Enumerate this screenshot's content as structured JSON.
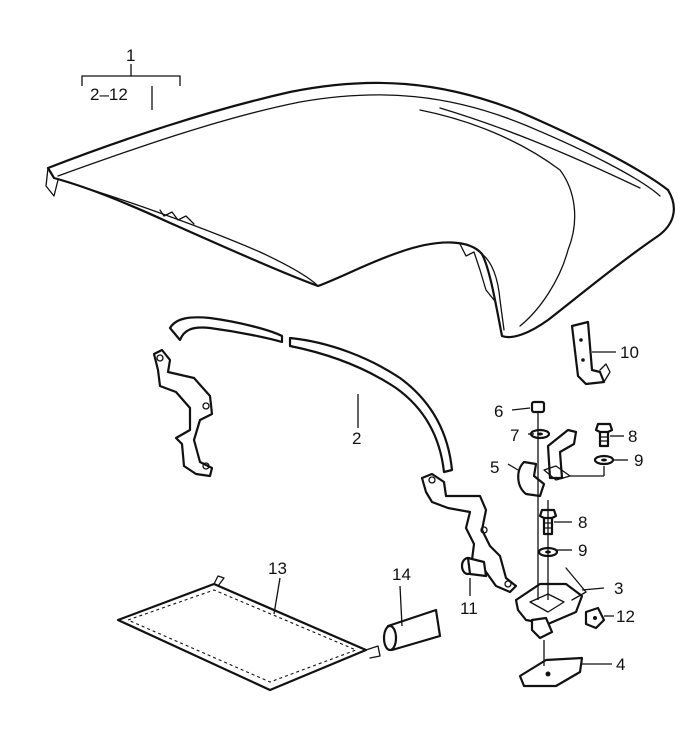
{
  "diagram": {
    "callouts": {
      "c1": "1",
      "c2_12": "2–12",
      "c2": "2",
      "c3": "3",
      "c4": "4",
      "c5": "5",
      "c6": "6",
      "c7": "7",
      "c8a": "8",
      "c8b": "8",
      "c9a": "9",
      "c9b": "9",
      "c10": "10",
      "c11": "11",
      "c12": "12",
      "c13": "13",
      "c14": "14"
    }
  }
}
